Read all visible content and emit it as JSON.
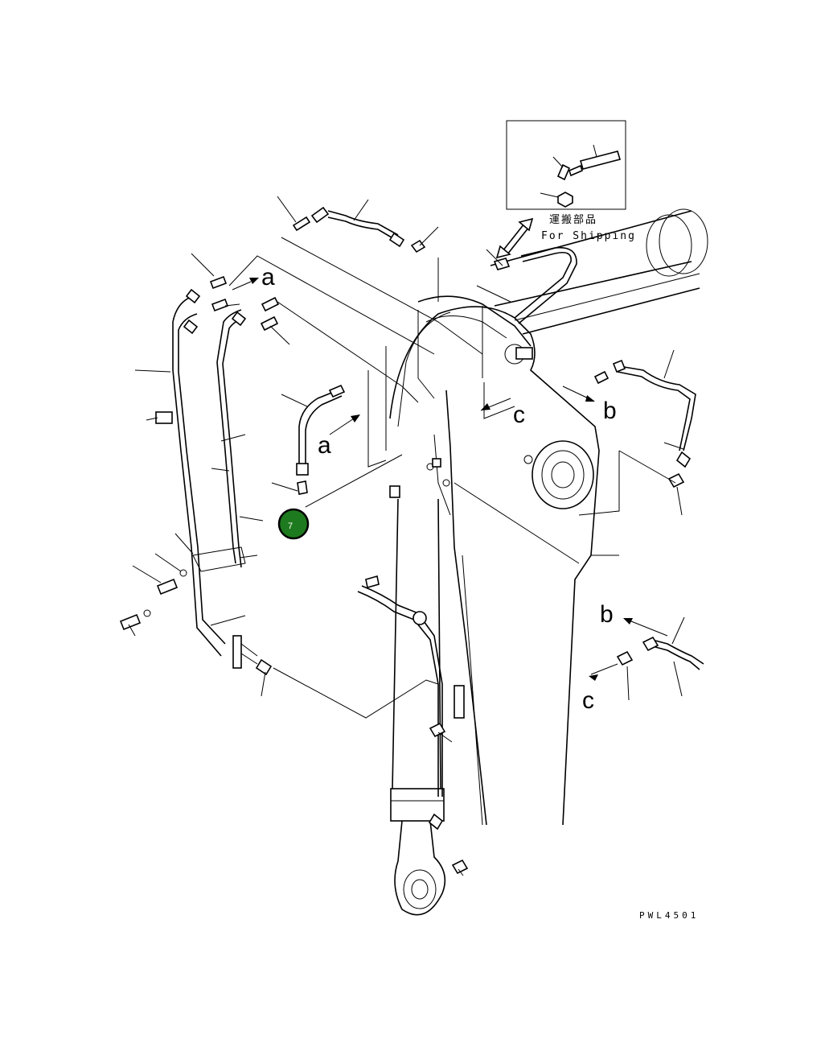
{
  "inset": {
    "caption_jp": "運搬部品",
    "caption_en": "For Shipping"
  },
  "section_letters": {
    "a1": "a",
    "a2": "a",
    "b1": "b",
    "b2": "b",
    "c1": "c",
    "c2": "c"
  },
  "callout": {
    "number": "7",
    "color": "#1e7a1e"
  },
  "drawing_code": "PWL4501"
}
